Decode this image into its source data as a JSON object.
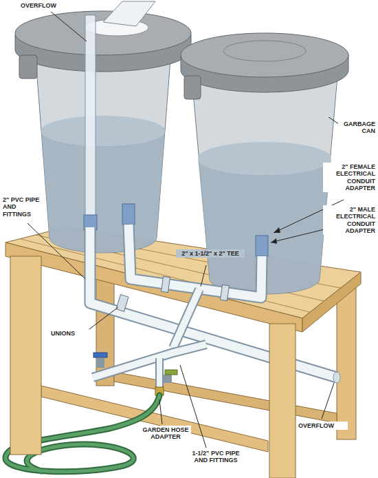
{
  "diagram": {
    "labels": [
      "OVERFLOW",
      "GARBAGE CAN",
      "2\" FEMALE ELECTRICAL CONDUIT ADAPTER",
      "2\" MALE ELECTRICAL CONDUIT ADAPTER",
      "2\" PVC PIPE AND FITTINGS",
      "2\" x 1-1/2\" x 2\" TEE",
      "UNIONS",
      "GARDEN HOSE ADAPTER",
      "OVERFLOW",
      "1-1/2\" PVC PIPE AND FITTINGS"
    ]
  }
}
